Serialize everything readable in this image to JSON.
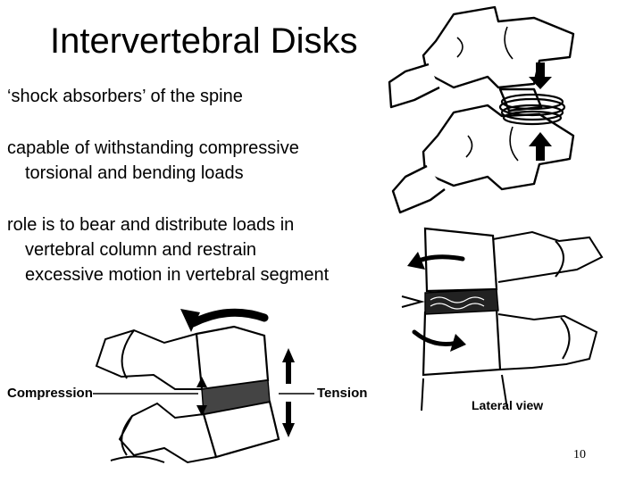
{
  "slide": {
    "title": "Intervertebral Disks",
    "bullets": [
      {
        "lines": [
          "‘shock absorbers’ of the spine"
        ]
      },
      {
        "lines": [
          "capable of withstanding compressive",
          "torsional and bending loads"
        ]
      },
      {
        "lines": [
          "role is to bear and distribute loads in",
          "vertebral column and restrain",
          "excessive motion in vertebral segment"
        ]
      }
    ],
    "page_number": "10"
  },
  "figures": {
    "compression_label": "Compression",
    "tension_label": "Tension",
    "lateral_view_label": "Lateral view"
  },
  "icons": [
    "arrow-down-icon",
    "arrow-up-icon",
    "curved-arrow-icon"
  ]
}
